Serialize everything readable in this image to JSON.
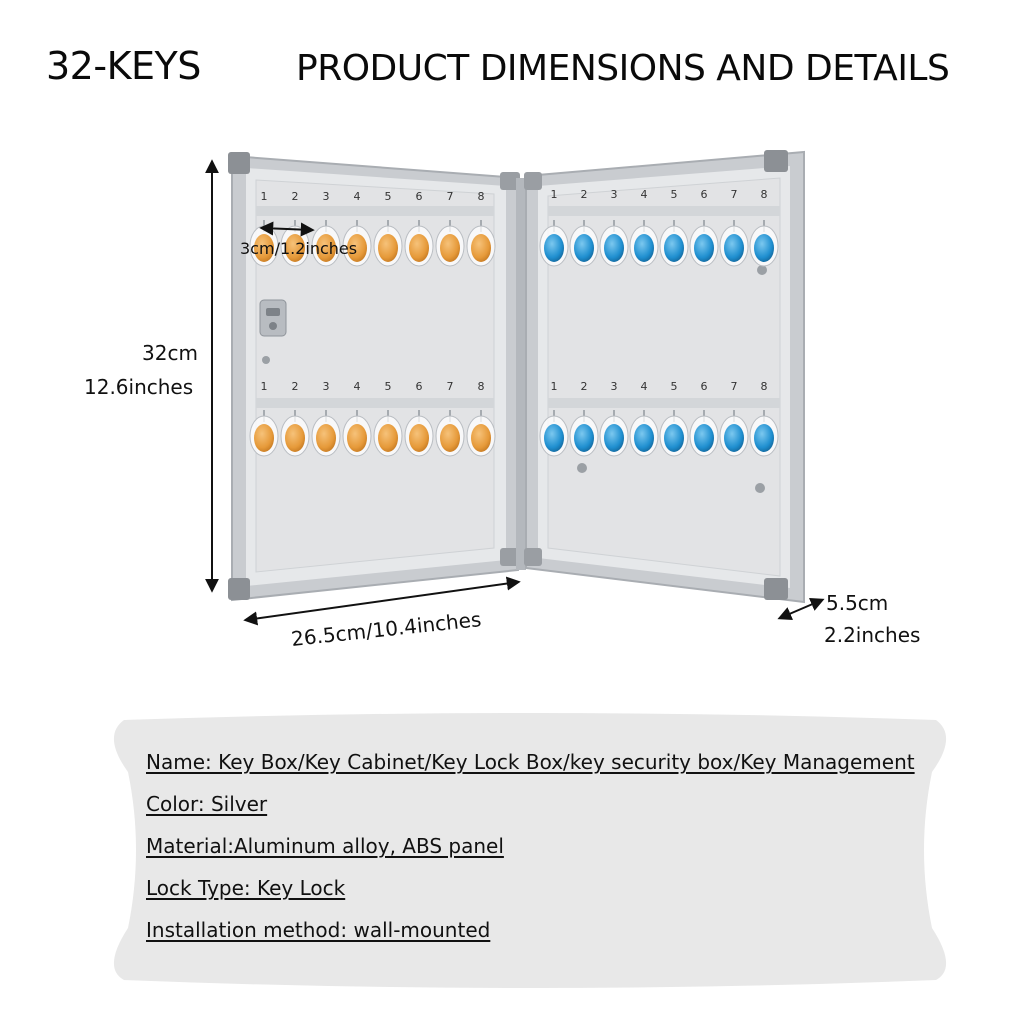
{
  "header": {
    "left_title": "32-KEYS",
    "right_title": "PRODUCT DIMENSIONS AND DETAILS"
  },
  "product_image": {
    "dimensions": {
      "key_spacing": "3cm/1.2inches",
      "height_cm": "32cm",
      "height_in": "12.6inches",
      "width": "26.5cm/10.4inches",
      "depth_cm": "5.5cm",
      "depth_in": "2.2inches"
    },
    "hook_numbers": [
      "1",
      "2",
      "3",
      "4",
      "5",
      "6",
      "7",
      "8"
    ],
    "colors": {
      "left_tags": "#e69a3a",
      "right_tags": "#1f8fd0",
      "frame": "#c9ccd0",
      "panel": "#e6e8ea",
      "panel_bg": "#e2e3e5"
    }
  },
  "details": {
    "items": [
      "Name: Key Box/Key Cabinet/Key Lock Box/key security box/Key Management",
      "Color: Silver",
      "Material:Aluminum alloy, ABS panel",
      "Lock Type: Key Lock",
      "Installation method: wall-mounted"
    ]
  }
}
